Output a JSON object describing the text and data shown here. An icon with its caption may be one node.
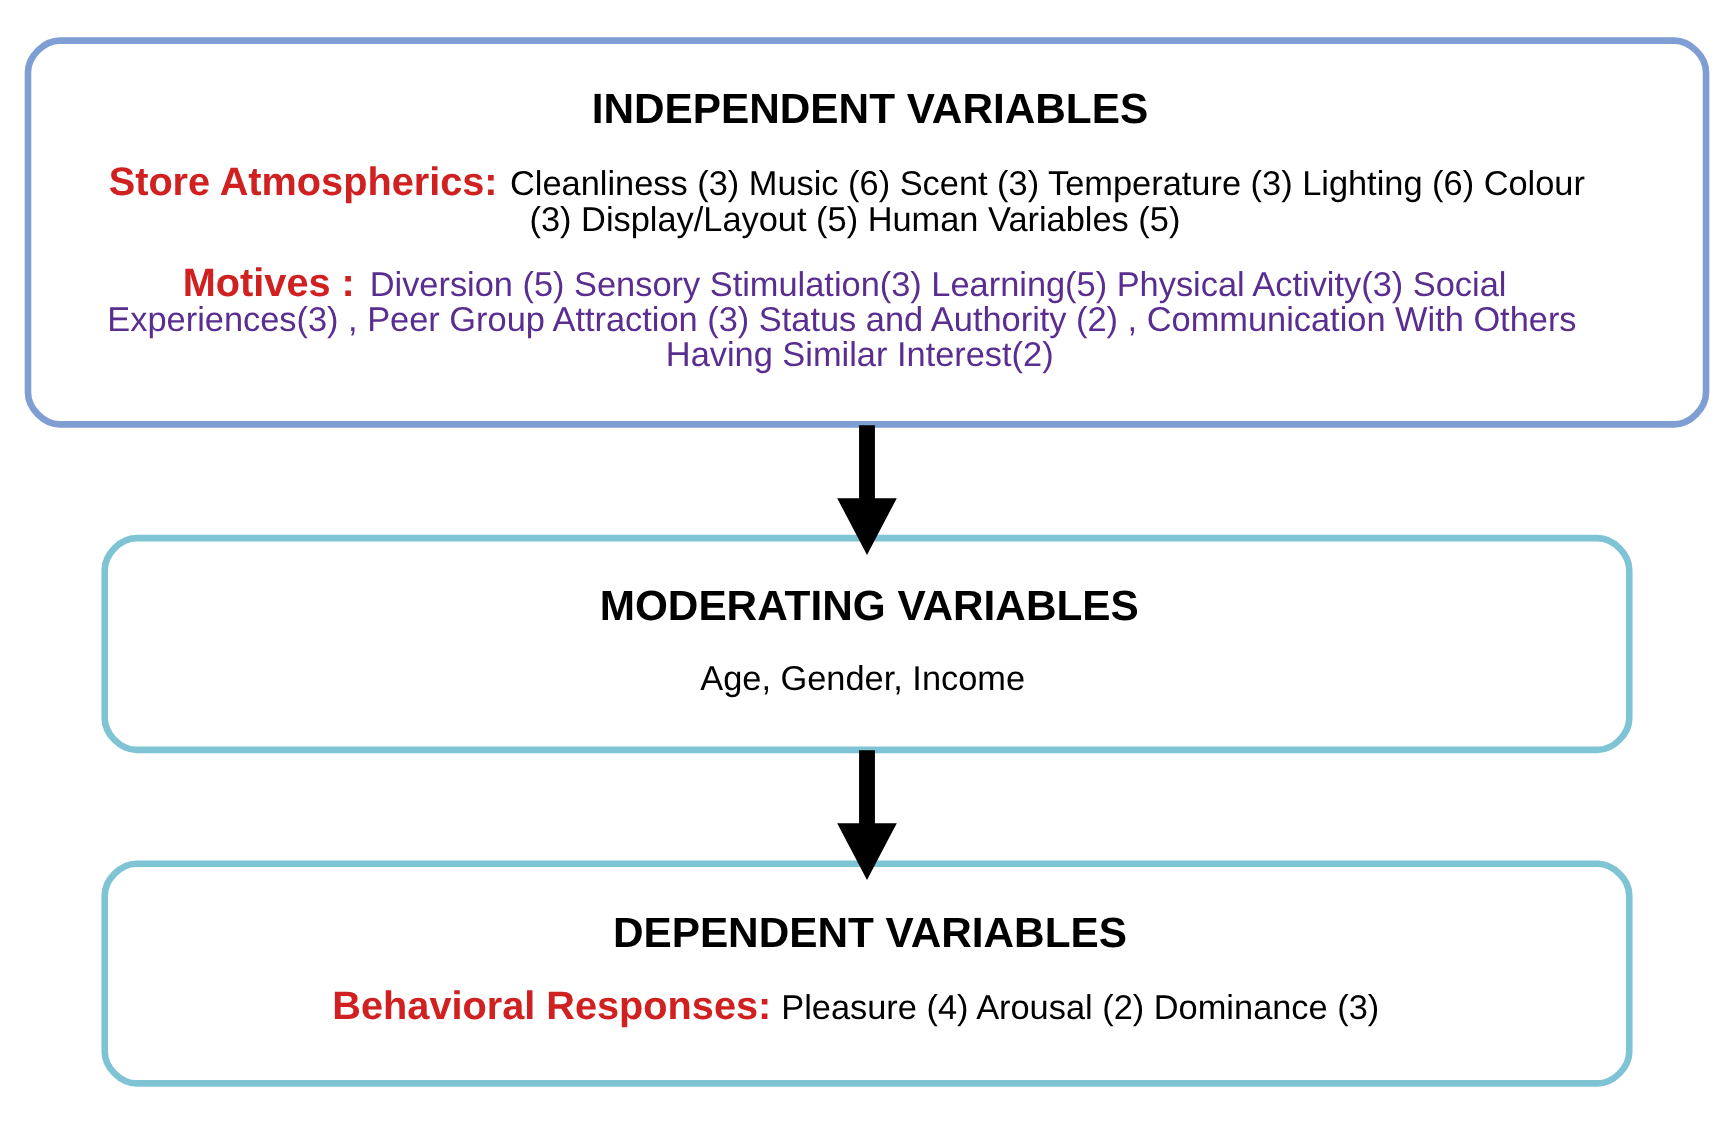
{
  "diagram": {
    "nodes": [
      {
        "text": [
          "INDEPENDENT VARIABLES",
          "**Store Atmospherics:** Cleanliness (3) Music (6) Scent (3) Temperature (3) Lighting (6) Colour (3) Display/Layout (5) Human Variables (5)",
          "**Motives :** Diversion (5) Sensory Stimulation(3) Learning(5) Physical Activity(3) Social Experiences(3) , Peer Group Attraction (3) Status and Authority (2) , Communication With Others Having Similar Interest(2)"
        ]
      },
      {
        "text": [
          "MODERATING VARIABLES",
          "Age, Gender, Income"
        ]
      },
      {
        "text": [
          "DEPENDENT VARIABLES",
          "**Behavioral Responses:** Pleasure (4) Arousal (2) Dominance (3)"
        ]
      }
    ],
    "edges": [
      {
        "from": 0,
        "to": 1,
        "arrow": "to"
      },
      {
        "from": 1,
        "to": 2,
        "arrow": "to"
      }
    ]
  }
}
